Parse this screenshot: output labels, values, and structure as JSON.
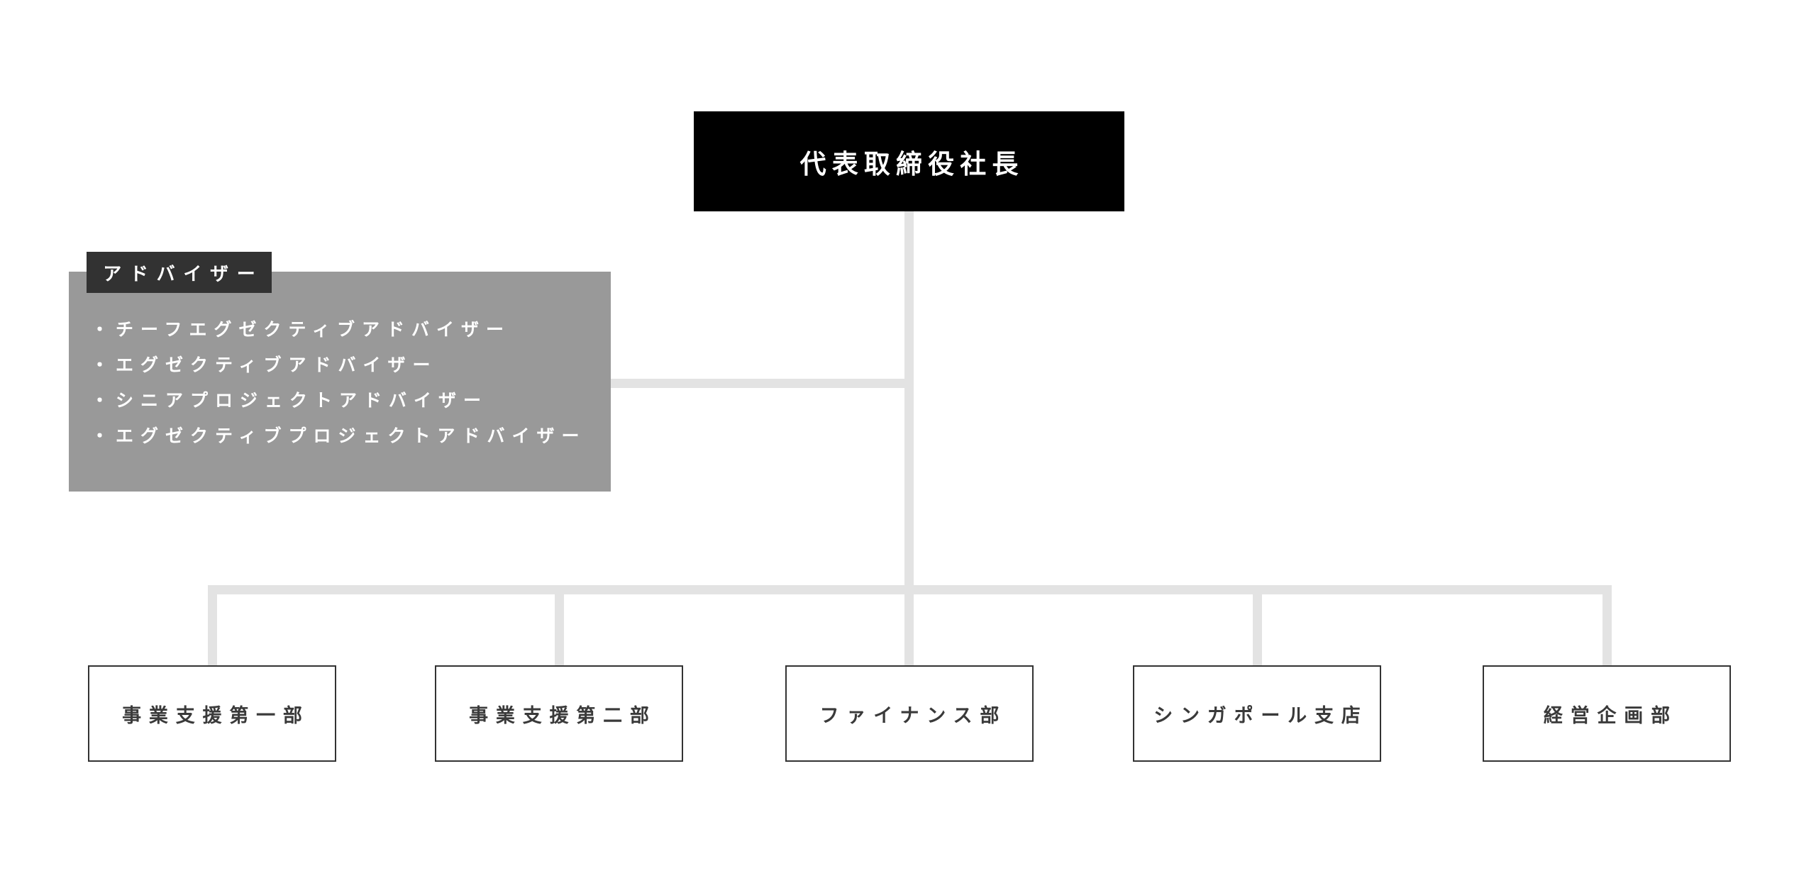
{
  "org_chart": {
    "root": {
      "label": "代表取締役社長"
    },
    "advisor_group": {
      "title": "アドバイザー",
      "bullet": "・",
      "items": [
        "チーフエグゼクティブアドバイザー",
        "エグゼクティブアドバイザー",
        "シニアプロジェクトアドバイザー",
        "エグゼクティブプロジェクトアドバイザー"
      ]
    },
    "departments": [
      {
        "label": "事業支援第一部"
      },
      {
        "label": "事業支援第二部"
      },
      {
        "label": "ファイナンス部"
      },
      {
        "label": "シンガポール支店"
      },
      {
        "label": "経営企画部"
      }
    ],
    "colors": {
      "background": "#ffffff",
      "root_box_bg": "#000000",
      "root_box_text": "#ffffff",
      "advisor_title_bg": "#323232",
      "advisor_panel_bg": "#999999",
      "advisor_text": "#ffffff",
      "connector": "#e3e3e3",
      "department_border": "#333333",
      "department_text": "#3a3a3a"
    }
  }
}
